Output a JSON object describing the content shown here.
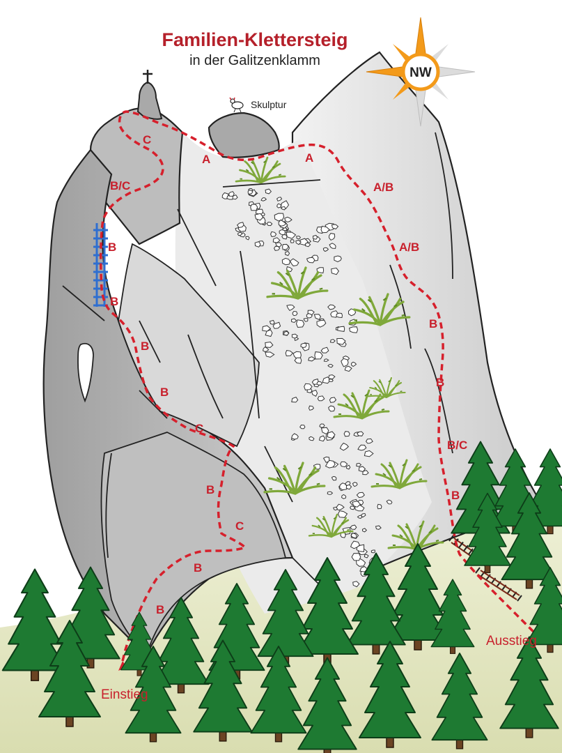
{
  "title": "Familien-Klettersteig",
  "subtitle": "in der Galitzenklamm",
  "compass": {
    "direction": "NW",
    "icon": "compass-rose-icon"
  },
  "sculpture_label": "Skulptur",
  "start_label": "Einstieg",
  "exit_label": "Ausstieg",
  "grades": [
    {
      "id": "grade-c-top",
      "text": "C"
    },
    {
      "id": "grade-a-left",
      "text": "A"
    },
    {
      "id": "grade-a-right",
      "text": "A"
    },
    {
      "id": "grade-bc-upper",
      "text": "B/C"
    },
    {
      "id": "grade-ab-upper",
      "text": "A/B"
    },
    {
      "id": "grade-ab-lower",
      "text": "A/B"
    },
    {
      "id": "grade-b-ladder1",
      "text": "B"
    },
    {
      "id": "grade-b-ladder2",
      "text": "B"
    },
    {
      "id": "grade-b-mid1",
      "text": "B"
    },
    {
      "id": "grade-b-mid2",
      "text": "B"
    },
    {
      "id": "grade-c-mid",
      "text": "C"
    },
    {
      "id": "grade-b-right1",
      "text": "B"
    },
    {
      "id": "grade-b-right2",
      "text": "B"
    },
    {
      "id": "grade-bc-right",
      "text": "B/C"
    },
    {
      "id": "grade-b-right3",
      "text": "B"
    },
    {
      "id": "grade-b-low1",
      "text": "B"
    },
    {
      "id": "grade-c-low",
      "text": "C"
    },
    {
      "id": "grade-b-low2",
      "text": "B"
    },
    {
      "id": "grade-b-low3",
      "text": "B"
    }
  ],
  "colors": {
    "route": "#d6202c",
    "title": "#b5202a",
    "ladder": "#2f6fd0",
    "tree": "#1e7a32",
    "trunk": "#6b4423",
    "grass": "#7fa83a",
    "ground": "#e3e6c4",
    "rock_light": "#e8e8e8",
    "rock_mid": "#cfcfcf",
    "rock_dark": "#a8a8a8",
    "compass_orange": "#f39a1a"
  }
}
